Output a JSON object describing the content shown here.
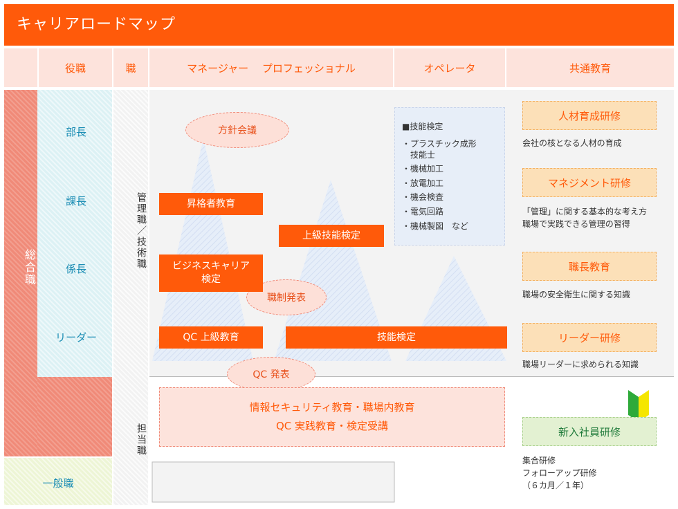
{
  "title": "キャリアロードマップ",
  "header": {
    "role": "役職",
    "job": "職",
    "track_manager_professional": "マネージャー　 プロフェッショナル",
    "track_operator": "オペレータ",
    "common_education": "共通教育"
  },
  "left_category": "総合職",
  "general_category": "一般職",
  "ranks": [
    "部長",
    "課長",
    "係長",
    "リーダー"
  ],
  "job_categories": {
    "management": "管理職／技術職",
    "charge": "担当職"
  },
  "programs": {
    "policy_meeting": "方針会議",
    "promotion_education": "昇格者教育",
    "advanced_skill_test": "上級技能検定",
    "business_career_test": "ビジネスキャリア\n検定",
    "job_presentation": "職制発表",
    "qc_advanced_education": "QC 上級教育",
    "skill_test": "技能検定",
    "qc_presentation": "QC 発表",
    "security_education_line1": "情報セキュリティ教育・職場内教育",
    "security_education_line2": "QC 実践教育・検定受講"
  },
  "skill_panel": {
    "title": "■技能検定",
    "items": [
      "・プラスチック成形\n　技能士",
      "・機械加工",
      "・放電加工",
      "・機会検査",
      "・電気回路",
      "・機械製図　など"
    ]
  },
  "common_trainings": [
    {
      "name": "人材育成研修",
      "desc": "会社の核となる人材の育成"
    },
    {
      "name": "マネジメント研修",
      "desc": "「管理」に関する基本的な考え方\n職場で実践できる管理の習得"
    },
    {
      "name": "職長教育",
      "desc": "職場の安全衛生に関する知識"
    },
    {
      "name": "リーダー研修",
      "desc": "職場リーダーに求められる知識"
    }
  ],
  "new_employee": {
    "name": "新入社員研修",
    "desc": "集合研修\nフォローアップ研修\n（６カ月／１年）"
  },
  "colors": {
    "accent": "#ff5a0a",
    "rank_text": "#1b8db4",
    "beginner_mark_green": "#2eaa3a",
    "beginner_mark_yellow": "#f5e600"
  }
}
